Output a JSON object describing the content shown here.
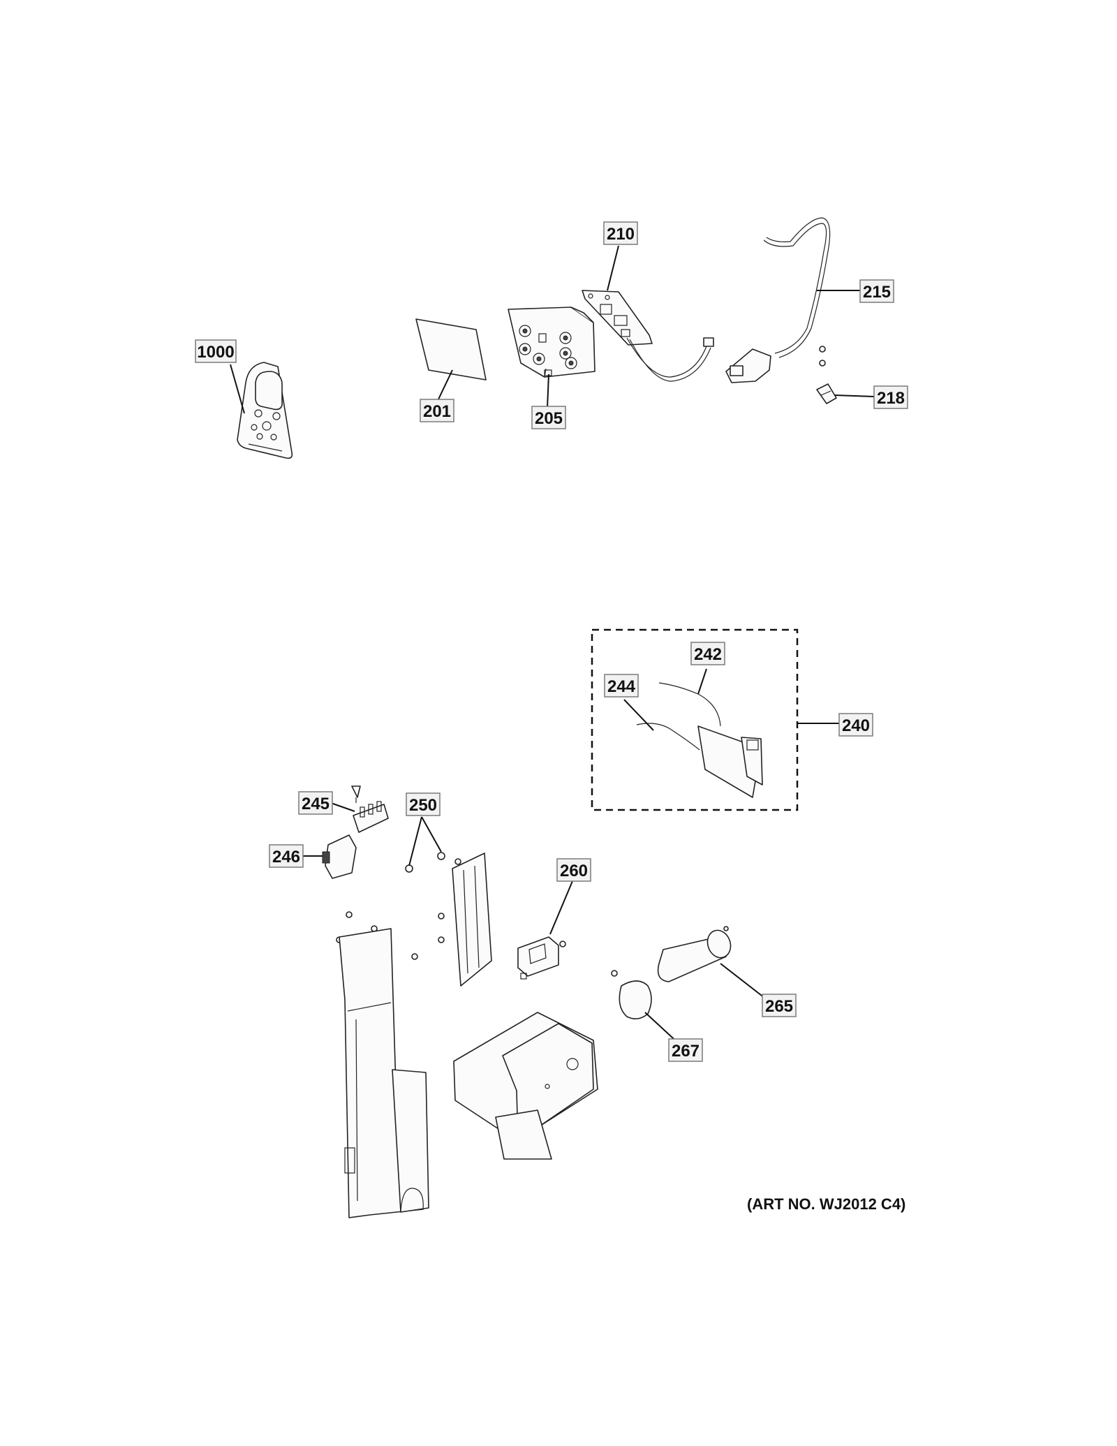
{
  "callouts": {
    "c1000": "1000",
    "c201": "201",
    "c205": "205",
    "c210": "210",
    "c215": "215",
    "c218": "218",
    "c240": "240",
    "c242": "242",
    "c244": "244",
    "c245": "245",
    "c246": "246",
    "c250": "250",
    "c260": "260",
    "c265": "265",
    "c267": "267"
  },
  "art_number": "(ART NO. WJ2012 C4)"
}
